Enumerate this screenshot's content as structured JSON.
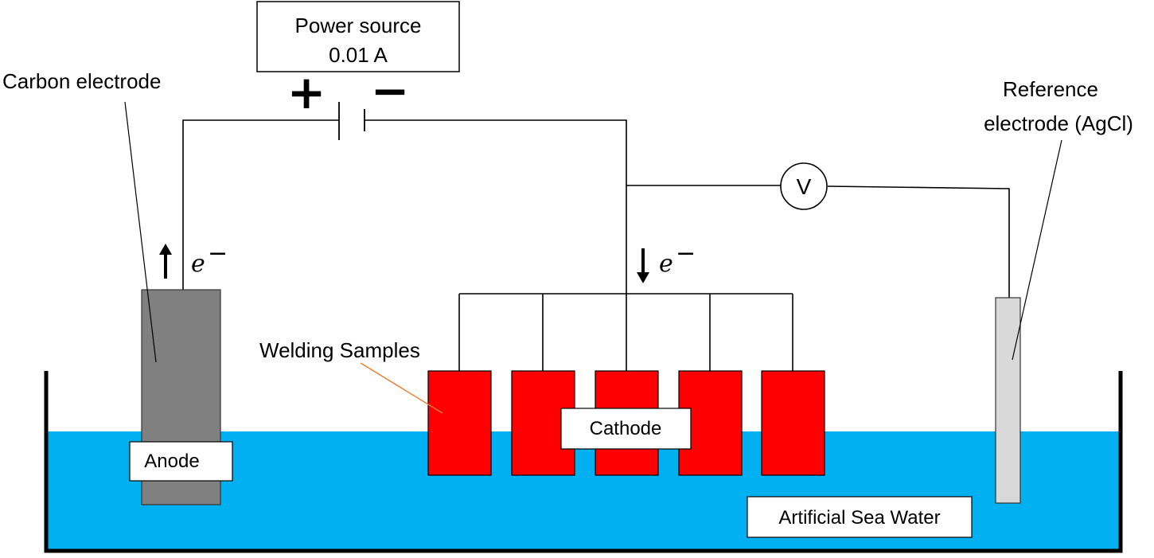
{
  "power_source": {
    "title": "Power source",
    "current": "0.01 A",
    "plus": "+",
    "minus": "−"
  },
  "labels": {
    "carbon_electrode": "Carbon electrode",
    "reference_electrode_line1": "Reference",
    "reference_electrode_line2": "electrode (AgCl)",
    "welding_samples": "Welding Samples",
    "anode": "Anode",
    "cathode": "Cathode",
    "artificial_sea_water": "Artificial Sea Water"
  },
  "voltmeter": {
    "symbol": "V"
  },
  "electron_flow": {
    "anode_symbol": "e",
    "anode_superscript": "−",
    "cathode_symbol": "e",
    "cathode_superscript": "−"
  },
  "colors": {
    "water": "#00b0f0",
    "anode_body": "#808080",
    "welding_samples": "#ff0000",
    "reference_body": "#d9d9d9",
    "welding_leader": "#ed7d31"
  }
}
